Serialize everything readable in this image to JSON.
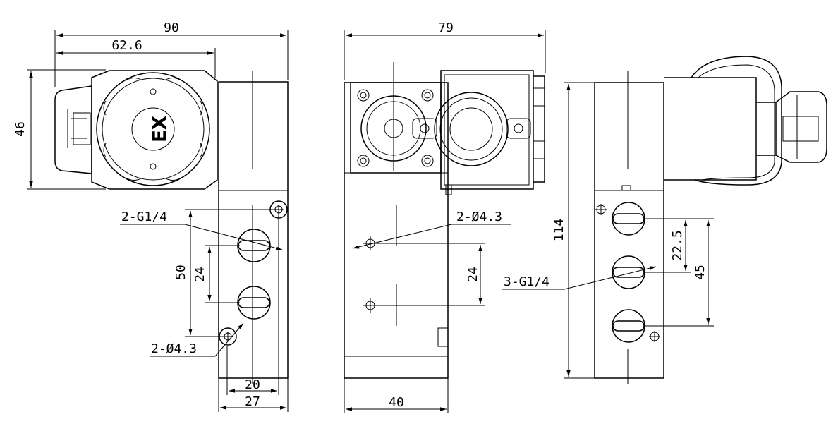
{
  "logo": {
    "ex_mark": "EX"
  },
  "left_view": {
    "dims": {
      "width_overall": "90",
      "width_coil": "62.6",
      "height_coil": "46",
      "port_pitch_outer": "50",
      "port_pitch_inner": "24",
      "bottom_inner": "20",
      "bottom_outer": "27"
    },
    "callouts": {
      "ports": "2-G1/4",
      "holes": "2-Ø4.3"
    }
  },
  "middle_view": {
    "dims": {
      "width_top": "79",
      "hole_pitch": "24",
      "width_bottom": "40"
    },
    "callouts": {
      "holes": "2-Ø4.3"
    }
  },
  "right_view": {
    "dims": {
      "height_total": "114",
      "port_pitch_half": "22.5",
      "port_pitch_full": "45"
    },
    "callouts": {
      "ports": "3-G1/4"
    }
  }
}
